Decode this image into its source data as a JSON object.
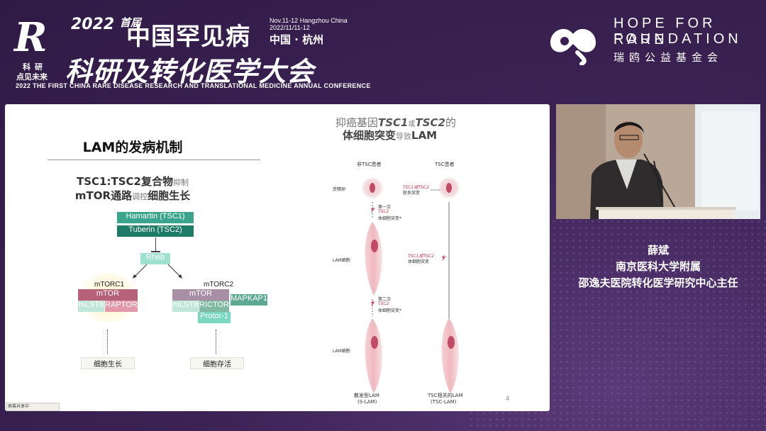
{
  "header": {
    "logo_letter": "R",
    "logo_line1": "科研",
    "logo_line2": "点见未来",
    "year": "2022",
    "edition": "首届",
    "title_line1": "中国罕见病",
    "title_line2": "科研及转化医学大会",
    "date_en": "Nov.11-12 Hangzhou China",
    "date_num": "2022/11/11-12",
    "city": "中国 · 杭州",
    "subtitle": "2022 THE FIRST CHINA RARE DISEASE RESEARCH AND TRANSLATIONAL MEDICINE ANNUAL CONFERENCE",
    "foundation_en1": "HOPE FOR RARE",
    "foundation_en2": "FOUNDATION",
    "foundation_cn": "瑞鸥公益基金会"
  },
  "slide": {
    "title": "LAM的发病机制",
    "heading1_main": "TSC1:TSC2复合物",
    "heading1_small": "抑制",
    "heading2_a": "mTOR通路",
    "heading2_small": "调控",
    "heading2_b": "细胞生长",
    "hamartin": "Hamartin (TSC1)",
    "tuberin": "Tuberin (TSC2)",
    "rheb": "Rheb",
    "mtorc1_label": "mTORC1",
    "mtorc2_label": "mTORC2",
    "mtor": "mTOR",
    "mlst8": "mLST8",
    "raptor": "RAPTOR",
    "rictor": "RICTOR",
    "mapkap1": "MAPKAP1",
    "protor": "Protor-1",
    "out1": "细胞生长",
    "out2": "细胞存活",
    "right_title1_a": "抑癌基因",
    "right_title1_b": "TSC1",
    "right_title1_c": "或",
    "right_title1_d": "TSC2",
    "right_title1_e": "的",
    "right_title2_a": "体细胞突变",
    "right_title2_b": "导致",
    "right_title2_c": "LAM",
    "col1": "非TSC患者",
    "col2": "TSC患者",
    "egg": "受精卵",
    "tsc_germ_a": "TSC1或TSC2",
    "tsc_germ_b": "胚系突变",
    "hit1_a": "第一次",
    "hit1_b": "TSC2",
    "hit1_c": "体细胞突变*",
    "lam_cell": "LAM细胞",
    "tsc_somatic_a": "TSC1或TSC2",
    "tsc_somatic_b": "体细胞突变",
    "hit2_a": "第二次",
    "hit2_b": "TSC2",
    "hit2_c": "体细胞突变*",
    "lam_cell2": "LAM细胞",
    "bottom1_a": "散发型LAM",
    "bottom1_b": "(S-LAM)",
    "bottom2_a": "TSC相关的LAM",
    "bottom2_b": "(TSC-LAM)",
    "page_number": "4",
    "slidebar_text": "屏幕共享中"
  },
  "speaker": {
    "name": "薛斌",
    "affiliation1": "南京医科大学附属",
    "affiliation2": "邵逸夫医院转化医学研究中心主任"
  },
  "colors": {
    "background": "#3a1f52",
    "hamartin_box": "#3aa58c",
    "tuberin_box": "#1d7b68",
    "rheb_box": "#9fe0cf",
    "mtor_box": "#b8617b",
    "mtor2_box": "#a88fa6",
    "raptor_box": "#e29aa8",
    "mlst8_box": "#bfe6d8",
    "rictor_box": "#7fb9a3",
    "mapkap_box": "#5da891",
    "protor_box": "#7bd8c0"
  }
}
